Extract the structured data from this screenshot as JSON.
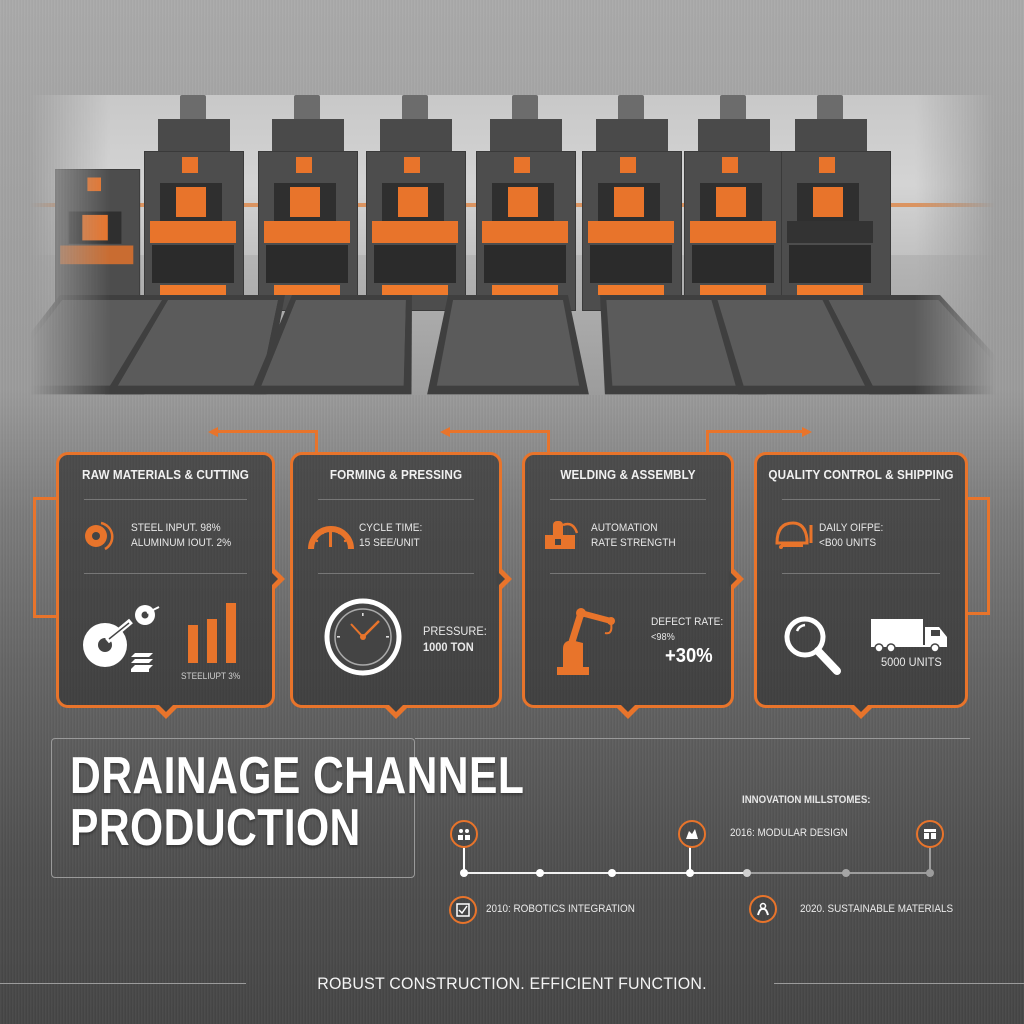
{
  "hero": {
    "description": "Row of orange-accented hydraulic press machines over drainage channel troughs",
    "machine_count": 7
  },
  "flow_arrows": [
    {
      "from": "forming-pressing",
      "direction": "left"
    },
    {
      "from": "welding-assembly",
      "direction": "left"
    },
    {
      "from": "welding-assembly",
      "direction": "right"
    }
  ],
  "steps": [
    {
      "title": "RAW MATERIALS & CUTTING",
      "stat_icon": "steel-coil-icon",
      "stat_line1": "STEEL INPUT. 98%",
      "stat_line2": "ALUMINUM IOUT. 2%",
      "visual_icons": [
        "cutting-disc-icon",
        "steel-sheets-icon",
        "bar-chart-icon"
      ],
      "chart_caption": "STEELIUPT 3%",
      "bar_values": [
        45,
        55,
        70
      ]
    },
    {
      "title": "FORMING & PRESSING",
      "stat_icon": "speedometer-icon",
      "stat_line1": "CYCLE TIME:",
      "stat_line2": "15 SEE/UNIT",
      "visual_icon": "pressure-gauge-icon",
      "metric_label": "PRESSURE:",
      "metric_value": "1000 TON"
    },
    {
      "title": "WELDING & ASSEMBLY",
      "stat_icon": "welding-torch-icon",
      "stat_line1": "AUTOMATION",
      "stat_line2": "RATE STRENGTH",
      "visual_icon": "robot-arm-icon",
      "metric_label": "DEFECT RATE:",
      "metric_sub": "<98%",
      "metric_value": "+30%"
    },
    {
      "title": "QUALITY CONTROL & SHIPPING",
      "stat_icon": "inspection-helmet-icon",
      "stat_line1": "DAILY OIFPE:",
      "stat_line2": "<B00 UNITS",
      "visual_icons": [
        "magnifier-icon",
        "truck-icon"
      ],
      "metric_value": "5000 UNITS"
    }
  ],
  "title": {
    "line1": "DRAINAGE CHANNEL",
    "line2": "PRODUCTION"
  },
  "timeline": {
    "heading": "INNOVATION MILLSTOMES:",
    "milestones": [
      {
        "label": "2010: ROBOTICS INTEGRATION",
        "icon": "checkbox-icon",
        "position": "below"
      },
      {
        "label": "2016: MODULAR DESIGN",
        "icon": "modules-icon",
        "position": "above"
      },
      {
        "label": "2020. SUSTAINABLE MATERIALS",
        "icon": "recycle-icon",
        "position": "below"
      }
    ],
    "top_icons": [
      "team-icon",
      "modules-icon",
      "factory-icon"
    ],
    "dot_count": 7,
    "completed_dots": 4
  },
  "footer": {
    "tagline": "ROBUST CONSTRUCTION. EFFICIENT FUNCTION."
  },
  "colors": {
    "accent": "#e8742b",
    "card_bg": "#444444",
    "text": "#ffffff",
    "muted_line": "#9a9a9a"
  }
}
